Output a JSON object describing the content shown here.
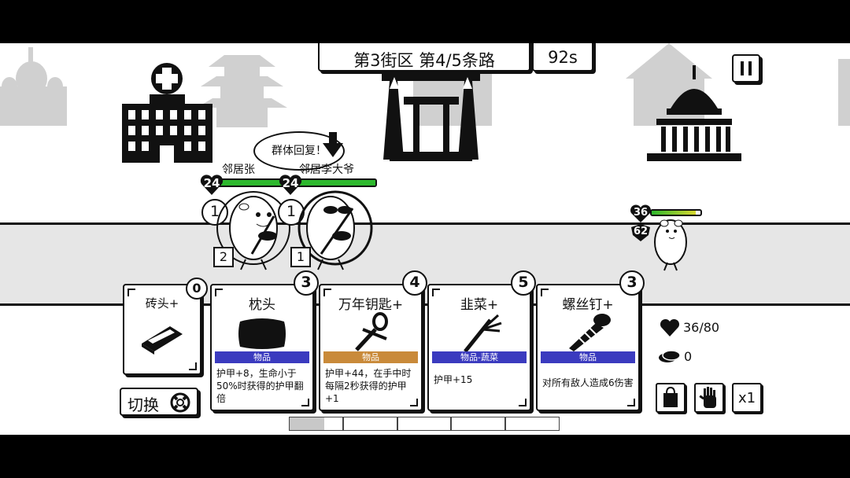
{
  "header": {
    "location": "第3街区 第4/5条路",
    "timer": "92s"
  },
  "allies": [
    {
      "name": "邻居张",
      "hp": "24",
      "level": "1",
      "count": "2"
    },
    {
      "name": "邻居李大爷",
      "hp": "24",
      "level": "1",
      "count": "1",
      "speech": "群体回复！"
    }
  ],
  "enemy": {
    "hp": "36",
    "shield": "62",
    "hp_fraction": 0.9
  },
  "hand": {
    "draw_pile": {
      "name": "砖头+",
      "count": "0"
    },
    "cards": [
      {
        "name": "枕头",
        "cost": "3",
        "type": "物品",
        "type_color": "#3b3bbf",
        "desc": "护甲+8，生命小于50%时获得的护甲翻倍",
        "icon": "pillow-icon"
      },
      {
        "name": "万年钥匙+",
        "cost": "4",
        "type": "物品",
        "type_color": "#c98a3a",
        "desc": "护甲+44，在手中时每隔2秒获得的护甲+1",
        "icon": "ankh-key-icon"
      },
      {
        "name": "韭菜+",
        "cost": "5",
        "type": "物品-蔬菜",
        "type_color": "#3b3bbf",
        "desc": "护甲+15",
        "icon": "leek-icon"
      },
      {
        "name": "螺丝钉+",
        "cost": "3",
        "type": "物品",
        "type_color": "#3b3bbf",
        "desc": "对所有敌人造成6伤害",
        "icon": "screw-icon"
      }
    ],
    "switch_label": "切换"
  },
  "player": {
    "hp": "36/80",
    "coins": "0"
  },
  "controls": {
    "speed": "x1"
  },
  "progress": {
    "segments": 5,
    "fill_fraction": 0.13
  }
}
